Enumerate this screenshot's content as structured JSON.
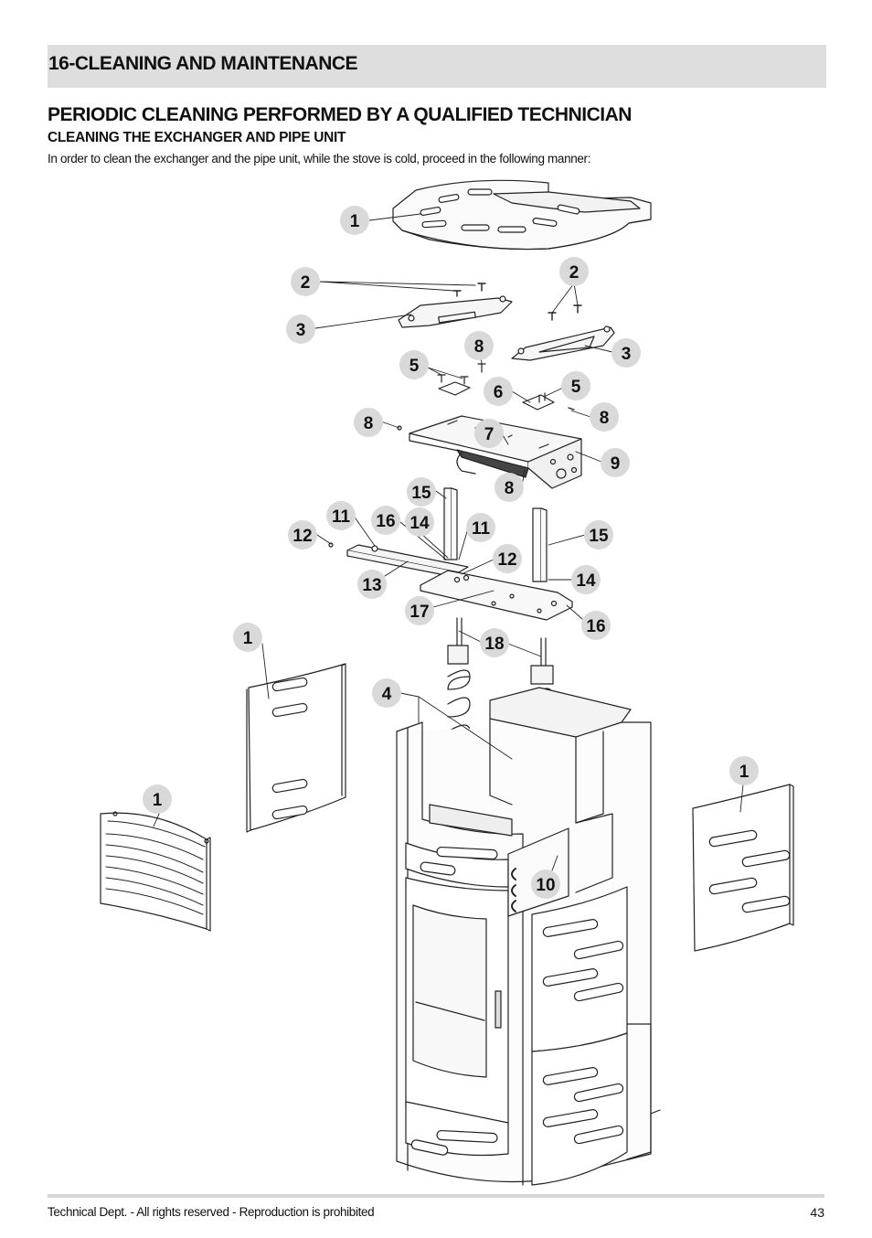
{
  "section": {
    "title": "16-CLEANING AND MAINTENANCE"
  },
  "heading": "PERIODIC CLEANING PERFORMED BY A QUALIFIED TECHNICIAN",
  "subheading": "CLEANING THE EXCHANGER AND PIPE UNIT",
  "intro": "In order to clean the exchanger and the pipe unit, while the stove is cold, proceed in the following manner:",
  "diagram": {
    "labels": [
      "1",
      "2",
      "2",
      "3",
      "3",
      "8",
      "5",
      "5",
      "6",
      "8",
      "8",
      "7",
      "9",
      "8",
      "15",
      "11",
      "16",
      "14",
      "11",
      "15",
      "12",
      "12",
      "13",
      "14",
      "17",
      "16",
      "1",
      "18",
      "4",
      "1",
      "1",
      "10"
    ]
  },
  "footer": {
    "text": "Technical Dept. - All rights reserved - Reproduction is prohibited",
    "page": "43"
  }
}
